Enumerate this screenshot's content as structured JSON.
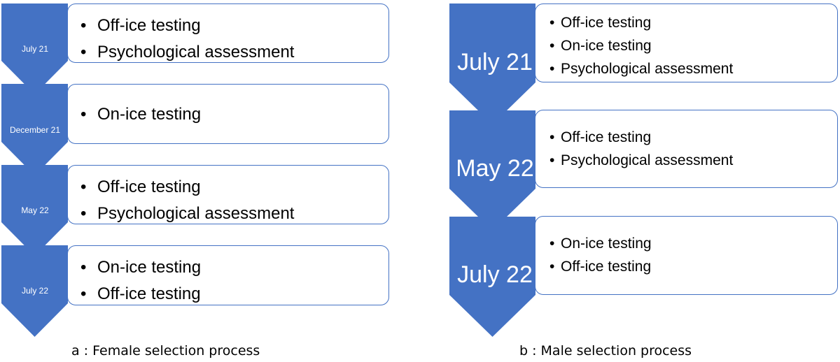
{
  "female": {
    "caption": "a : Female selection process",
    "steps": [
      {
        "date": "July 21",
        "items": [
          "Off-ice testing",
          "Psychological assessment"
        ]
      },
      {
        "date": "December 21",
        "items": [
          "On-ice testing"
        ]
      },
      {
        "date": "May 22",
        "items": [
          "Off-ice testing",
          "Psychological assessment"
        ]
      },
      {
        "date": "July  22",
        "items": [
          "On-ice testing",
          "Off-ice testing"
        ]
      }
    ]
  },
  "male": {
    "caption": "b : Male selection process",
    "steps": [
      {
        "date": "July 21",
        "items": [
          "Off-ice testing",
          "On-ice testing",
          "Psychological assessment"
        ]
      },
      {
        "date": "May 22",
        "items": [
          "Off-ice testing",
          "Psychological assessment"
        ]
      },
      {
        "date": "July  22",
        "items": [
          "On-ice testing",
          "Off-ice testing"
        ]
      }
    ]
  },
  "colors": {
    "chevron": "#4472c4",
    "box_border": "#4472c4"
  },
  "bullet": "•"
}
